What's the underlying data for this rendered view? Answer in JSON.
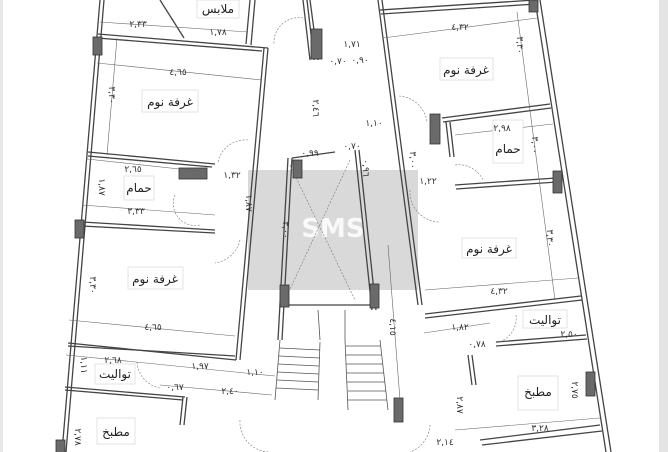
{
  "plan": {
    "watermark": "SMS",
    "rooms": {
      "dressing": "ملابس",
      "bed_left_top": "غرفة نوم",
      "bath_left": "حمام",
      "bed_left_mid": "غرفة نوم",
      "toilet_left": "تواليت",
      "kitchen_left": "مطبخ",
      "bed_right_top": "غرفة نوم",
      "bath_right": "حمام",
      "bed_right_mid": "غرفة نوم",
      "toilet_right": "تواليت",
      "kitchen_right": "مطبخ"
    },
    "dims": {
      "d233": "٢,٣٣",
      "d178": "١,٧٨",
      "d465a": "٤,٦٥",
      "d330a": "٣,٣٠",
      "d265": "٢,٦٥",
      "d132": "١,٣٢",
      "d187a": "١,٨٧",
      "d187b": "١,٨٧",
      "d333": "٣,٣٣",
      "d330b": "٣,٣٠",
      "d465b": "٤,٦٥",
      "d268": "٢,٦٨",
      "d111": "١,١١",
      "d197": "١,٩٧",
      "d110a": "١,١٠",
      "d067": "٠,٦٧",
      "d240": "٢,٤٠",
      "d278": "٢,٧٨",
      "d432a": "٤,٣٢",
      "d330c": "٣,٣٠",
      "d171": "١,٧١",
      "d090": "٠,٩٠",
      "d070a": "٠,٧٠",
      "d246": "٢,٤٦",
      "d110b": "١,١٠",
      "d070b": "٠,٧٠",
      "d099": "٠,٩٩",
      "d096": "٠,٩٦",
      "d298": "٢,٩٨",
      "d300a": "٣,٠٠",
      "d122": "١,٢٢",
      "d300b": "٣,٠٠",
      "d300c": "٣,٠٠",
      "d330d": "٣,٣٠",
      "d432b": "٤,٣٢",
      "d182": "١,٨٢",
      "d250": "٢,٥٠",
      "d078": "٠,٧٨",
      "d287": "٢,٨٧",
      "d275": "٢,٧٥",
      "d328": "٣,٢٨",
      "d214": "٢,١٤",
      "d415": "٤,١٥"
    }
  }
}
